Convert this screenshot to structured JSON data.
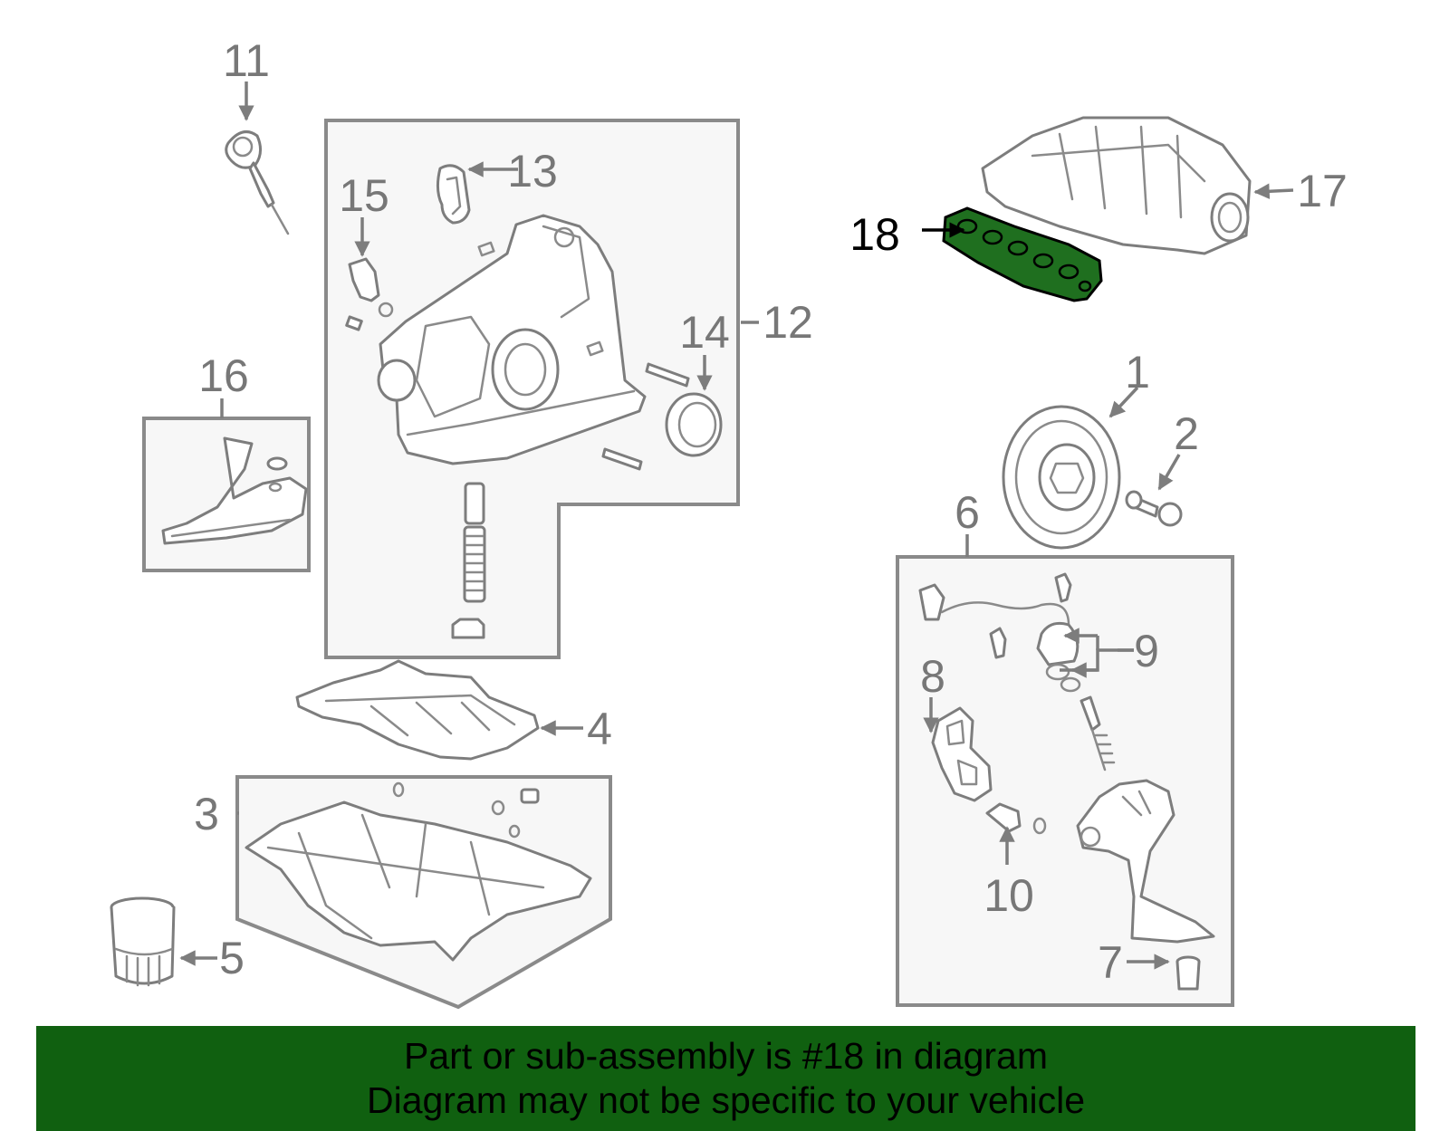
{
  "callouts": {
    "c1": "1",
    "c2": "2",
    "c3": "3",
    "c4": "4",
    "c5": "5",
    "c6": "6",
    "c7": "7",
    "c8": "8",
    "c9": "9",
    "c10": "10",
    "c11": "11",
    "c12": "12",
    "c13": "13",
    "c14": "14",
    "c15": "15",
    "c16": "16",
    "c17": "17",
    "c18": "18"
  },
  "highlighted_part": "18",
  "colors": {
    "highlight_fill": "#1f6f1f",
    "banner_background": "#106010",
    "line_gray": "#7d7d7d",
    "box_fill": "#f7f7f7"
  },
  "banner": {
    "line1": "Part or sub-assembly is #18 in diagram",
    "line2": "Diagram may not be specific to your vehicle"
  }
}
